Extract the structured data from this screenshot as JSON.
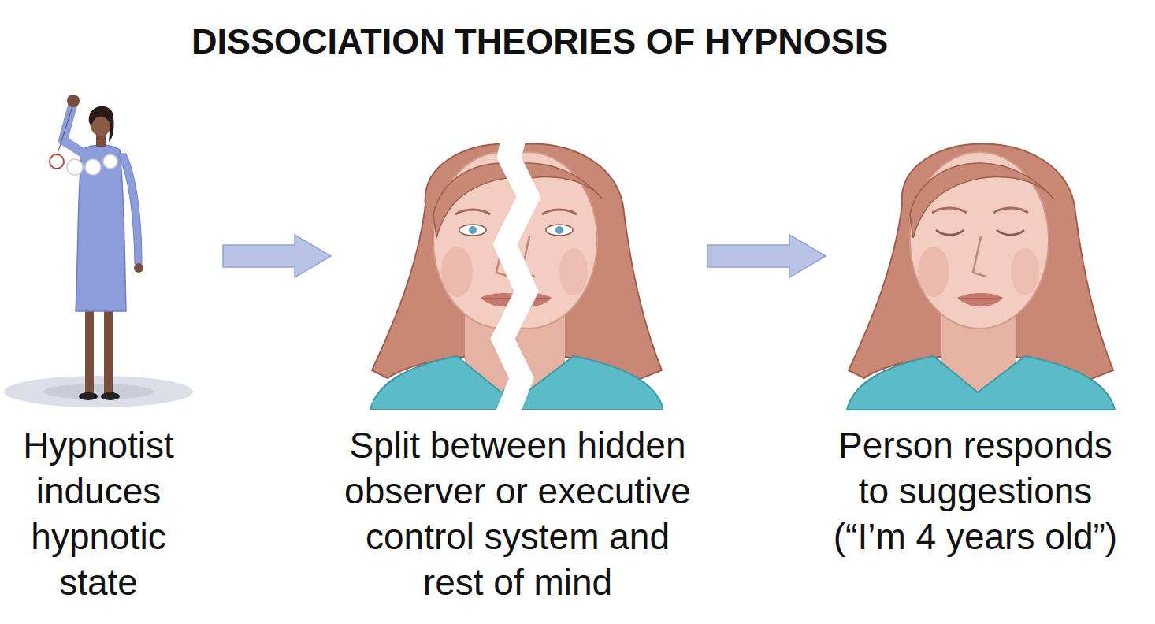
{
  "diagram": {
    "title": "DISSOCIATION THEORIES OF HYPNOSIS",
    "nodes": [
      {
        "text": [
          "Hypnotist induces hypnotic state"
        ]
      },
      {
        "text": [
          "Split between hidden observer or executive control system and rest of mind"
        ]
      },
      {
        "text": [
          "Person responds to suggestions (“I’m 4 years old”)"
        ]
      }
    ],
    "edges": [
      {
        "from": 0,
        "to": 1,
        "arrow": "to"
      },
      {
        "from": 1,
        "to": 2,
        "arrow": "to"
      }
    ]
  }
}
